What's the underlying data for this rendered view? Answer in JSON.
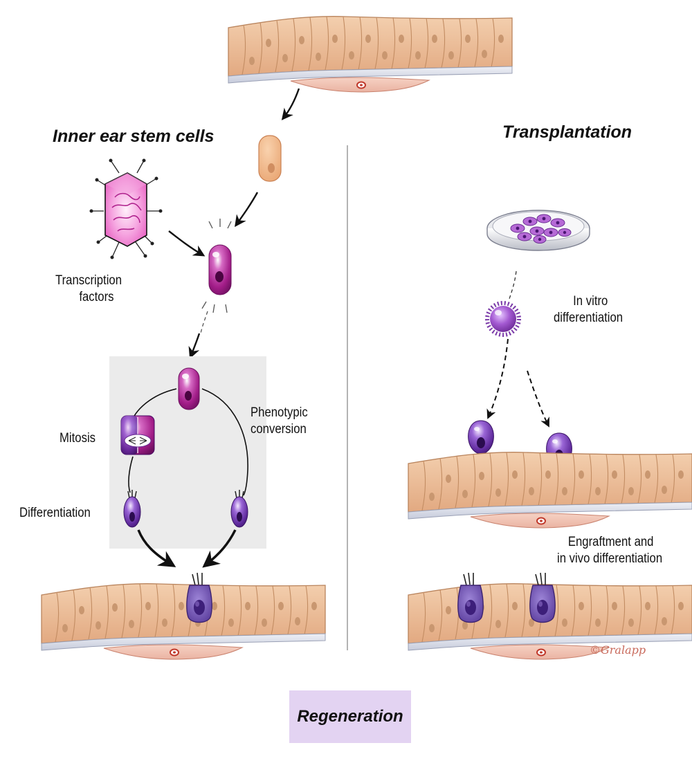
{
  "headings": {
    "left": "Inner ear stem cells",
    "right": "Transplantation",
    "bottom": "Regeneration"
  },
  "labels": {
    "transcription_factors": [
      "Transcription",
      "factors"
    ],
    "mitosis": "Mitosis",
    "phenotypic_conversion": [
      "Phenotypic",
      "conversion"
    ],
    "differentiation": "Differentiation",
    "in_vitro_differentiation": [
      "In vitro",
      "differentiation"
    ],
    "engraftment": [
      "Engraftment and",
      "in vivo differentiation"
    ]
  },
  "credit": "©Gralapp",
  "colors": {
    "epithelium": "#e9b98f",
    "cell_outline": "#b9845d",
    "nucleus": "#c99770",
    "basement_membrane": "#d8dce8",
    "supporting_cell": "#f0b98c",
    "progenitor_magenta": "#b0238e",
    "hair_cell_purple": "#6b35a8",
    "virus_pink": "#ef7fcf",
    "regeneration_box": "#e3d3f2",
    "panel_gray": "#ebebeb"
  }
}
